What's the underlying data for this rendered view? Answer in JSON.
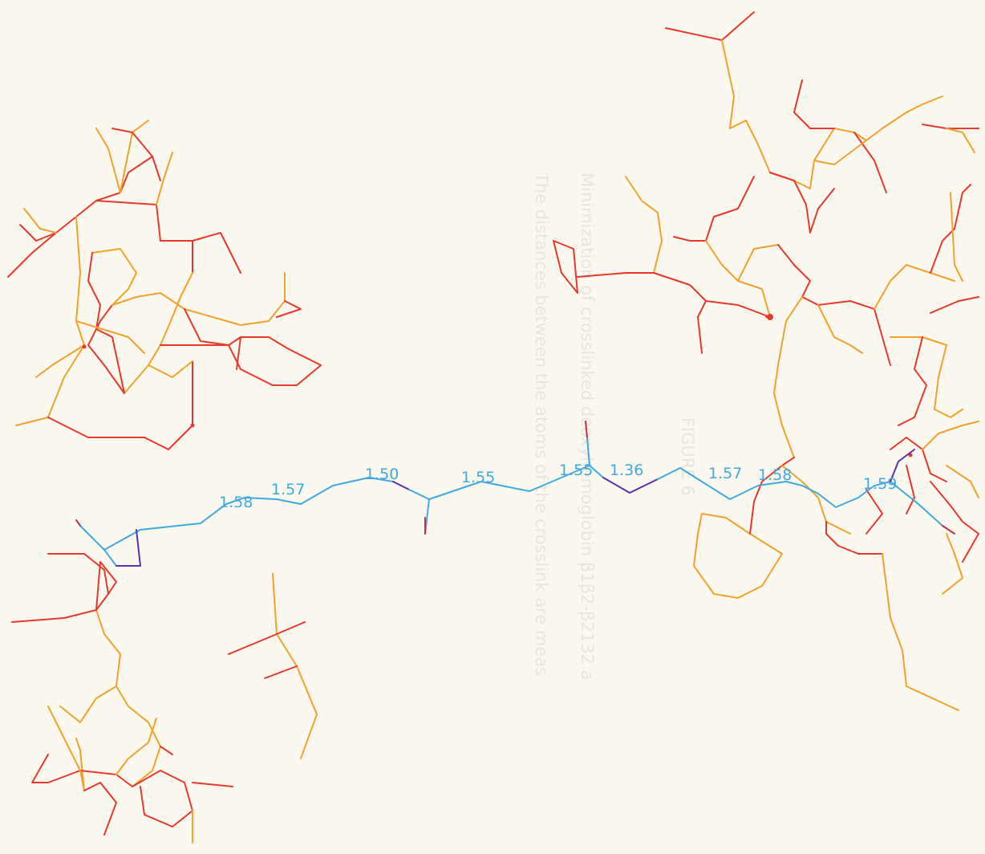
{
  "colors": {
    "background": "#fbf9ef",
    "residue_bond_primary": "#e8382c",
    "residue_bond_secondary": "#f2a12a",
    "crosslink_carbon": "#3fa8e0",
    "crosslink_nitrogen": "#5a2fb0",
    "oxygen_stub": "#c0304a",
    "ghost_text": "#d9d6cc"
  },
  "crosslink": {
    "bond_lengths": [
      "1.58",
      "1.57",
      "1.50",
      "1.55",
      "1.55",
      "1.36",
      "1.57",
      "1.58",
      "1.59"
    ]
  },
  "ghost_caption": {
    "figure_label": "FIGURE 6",
    "line1": "Minimization of crosslinked deoxyhemoglobin  β1β2-β2132 a",
    "line2": "The distances between the atoms of the crosslink are meas"
  }
}
